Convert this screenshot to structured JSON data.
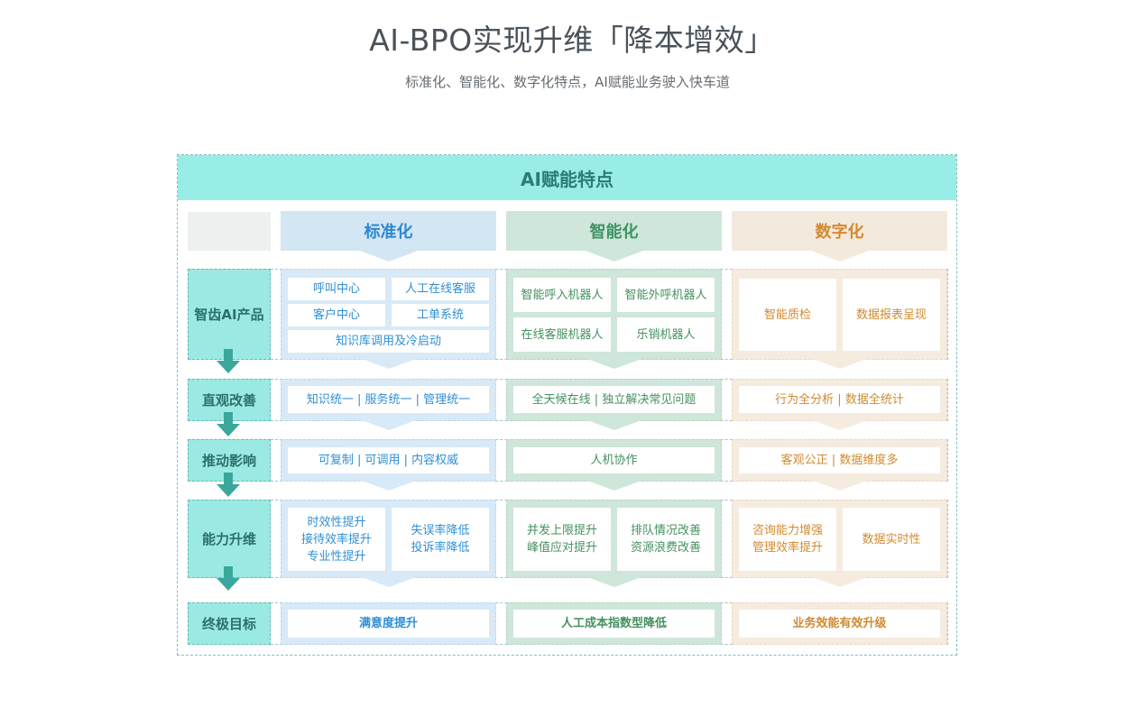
{
  "header": {
    "title": "AI-BPO实现升维「降本增效」",
    "subtitle": "标准化、智能化、数字化特点，AI赋能业务驶入快车道"
  },
  "diagram": {
    "panel_title": "AI赋能特点",
    "columns": [
      "标准化",
      "智能化",
      "数字化"
    ],
    "rows": [
      {
        "label": "智齿AI产品",
        "blue": [
          "呼叫中心",
          "人工在线客服",
          "客户中心",
          "工单系统",
          "知识库调用及冷启动"
        ],
        "green": [
          "智能呼入机器人",
          "智能外呼机器人",
          "在线客服机器人",
          "乐销机器人"
        ],
        "orange": [
          "智能质检",
          "数据报表呈现"
        ]
      },
      {
        "label": "直观改善",
        "blue": "知识统一 | 服务统一 | 管理统一",
        "green": "全天候在线 | 独立解决常见问题",
        "orange": "行为全分析 | 数据全统计"
      },
      {
        "label": "推动影响",
        "blue": "可复制 | 可调用 | 内容权威",
        "green": "人机协作",
        "orange": "客观公正 | 数据维度多"
      },
      {
        "label": "能力升维",
        "blue": [
          [
            "时效性提升",
            "接待效率提升",
            "专业性提升"
          ],
          [
            "失误率降低",
            "投诉率降低"
          ]
        ],
        "green": [
          [
            "并发上限提升",
            "峰值应对提升"
          ],
          [
            "排队情况改善",
            "资源浪费改善"
          ]
        ],
        "orange": [
          [
            "咨询能力增强",
            "管理效率提升"
          ],
          [
            "数据实时性"
          ]
        ]
      },
      {
        "label": "终极目标",
        "blue": "满意度提升",
        "green": "人工成本指数型降低",
        "orange": "业务效能有效升级"
      }
    ]
  },
  "colors": {
    "teal_header": "#98ede6",
    "blue_text": "#2f8fd6",
    "green_text": "#45905f",
    "orange_text": "#d08a30",
    "arrow": "#3aa79b"
  },
  "icons": {
    "row_connector": "down-arrow-icon"
  }
}
